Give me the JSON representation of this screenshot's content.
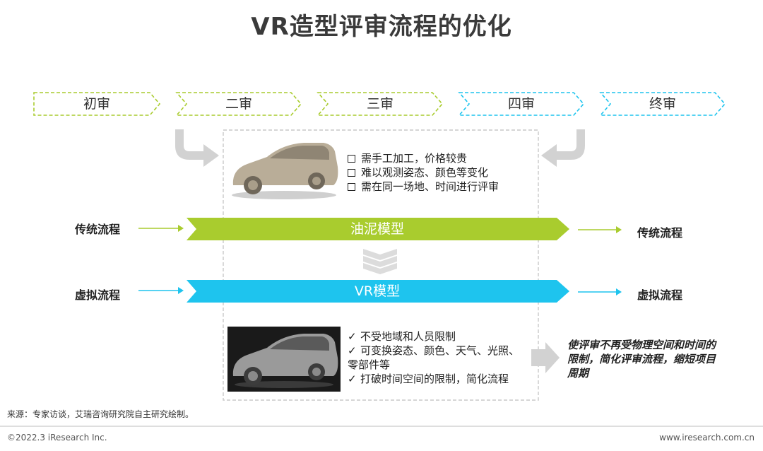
{
  "title": "VR造型评审流程的优化",
  "stages": [
    "初审",
    "二审",
    "三审",
    "四审",
    "终审"
  ],
  "traditional": {
    "side_label_left": "传统流程",
    "side_label_right": "传统流程",
    "band_label": "油泥模型",
    "band_color": "#a9cc2e",
    "bullets": [
      "需手工加工，价格较贵",
      "难以观测姿态、颜色等变化",
      "需在同一场地、时间进行评审"
    ]
  },
  "virtual": {
    "side_label_left": "虚拟流程",
    "side_label_right": "虚拟流程",
    "band_label": "VR模型",
    "band_color": "#1ec4ee",
    "bullets": [
      "不受地域和人员限制",
      "可变换姿态、颜色、天气、光照、",
      "零部件等",
      "打破时间空间的限制，简化流程"
    ],
    "check": "✓"
  },
  "conclusion": [
    "使评审不再受物理空间和时间的",
    "限制，简化评审流程，缩短项目",
    "周期"
  ],
  "source": "来源：专家访谈，艾瑞咨询研究院自主研究绘制。",
  "copyright": "©2022.3 iResearch Inc.",
  "website": "www.iresearch.com.cn"
}
